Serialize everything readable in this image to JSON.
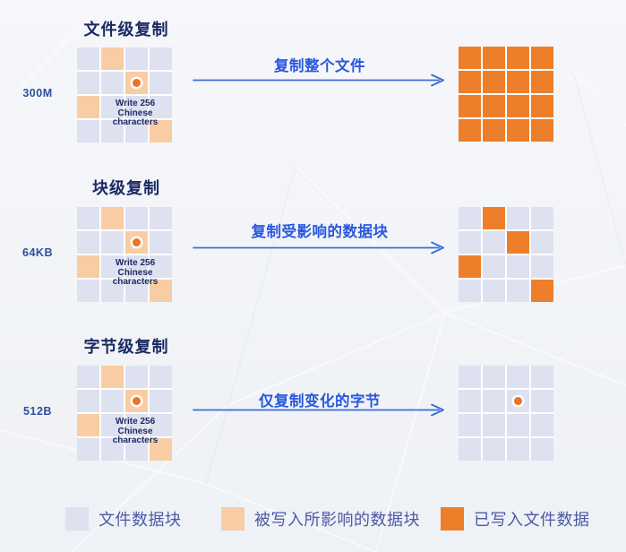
{
  "colors": {
    "bg-top": "#f6f7fa",
    "bg-bottom": "#eef1f5",
    "cell-plain": "#dde1f0",
    "cell-affected": "#f8cda3",
    "cell-written": "#ed7f2b",
    "dot": "#e8742a",
    "title": "#1b2a63",
    "size-label": "#2d4f9f",
    "arrow-text": "#2857e0",
    "arrow-line": "#3e6cd8",
    "legend-text": "#4c59a6",
    "note-text": "#1d2c64"
  },
  "rows": [
    {
      "title": "文件级复制",
      "size_label": "300M",
      "arrow_label": "复制整个文件",
      "note": "Write 256 Chinese\ncharacters",
      "source_cells": [
        "plain",
        "affected",
        "plain",
        "plain",
        "plain",
        "plain",
        "affected-dot",
        "plain",
        "affected",
        "plain",
        "plain",
        "plain",
        "plain",
        "plain",
        "plain",
        "affected"
      ],
      "result_cells": [
        "written",
        "written",
        "written",
        "written",
        "written",
        "written",
        "written",
        "written",
        "written",
        "written",
        "written",
        "written",
        "written",
        "written",
        "written",
        "written"
      ]
    },
    {
      "title": "块级复制",
      "size_label": "64KB",
      "arrow_label": "复制受影响的数据块",
      "note": "Write 256 Chinese\ncharacters",
      "source_cells": [
        "plain",
        "affected",
        "plain",
        "plain",
        "plain",
        "plain",
        "affected-dot",
        "plain",
        "affected",
        "plain",
        "plain",
        "plain",
        "plain",
        "plain",
        "plain",
        "affected"
      ],
      "result_cells": [
        "plain",
        "written",
        "plain",
        "plain",
        "plain",
        "plain",
        "written",
        "plain",
        "written",
        "plain",
        "plain",
        "plain",
        "plain",
        "plain",
        "plain",
        "written"
      ]
    },
    {
      "title": "字节级复制",
      "size_label": "512B",
      "arrow_label": "仅复制变化的字节",
      "note": "Write 256 Chinese\ncharacters",
      "source_cells": [
        "plain",
        "affected",
        "plain",
        "plain",
        "plain",
        "plain",
        "affected-dot",
        "plain",
        "affected",
        "plain",
        "plain",
        "plain",
        "plain",
        "plain",
        "plain",
        "affected"
      ],
      "result_cells": [
        "plain",
        "plain",
        "plain",
        "plain",
        "plain",
        "plain",
        "plain-dot",
        "plain",
        "plain",
        "plain",
        "plain",
        "plain",
        "plain",
        "plain",
        "plain",
        "plain"
      ]
    }
  ],
  "legend": {
    "items": [
      {
        "label": "文件数据块",
        "swatch": "plain"
      },
      {
        "label": "被写入所影响的数据块",
        "swatch": "affected"
      },
      {
        "label": "已写入文件数据",
        "swatch": "written"
      }
    ]
  }
}
